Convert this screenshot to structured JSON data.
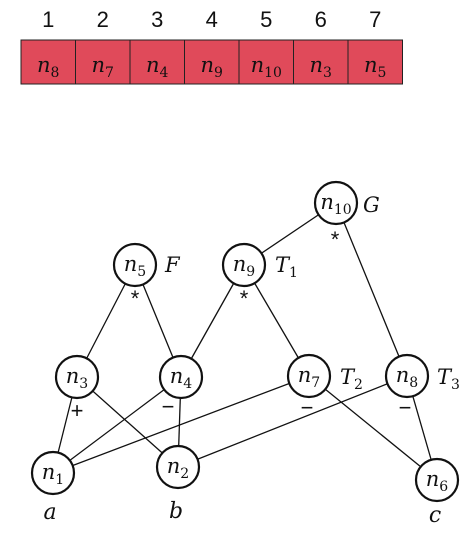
{
  "array": {
    "fill_color": "#e04a5a",
    "cells": [
      {
        "index": "1",
        "base": "n",
        "sub": "8"
      },
      {
        "index": "2",
        "base": "n",
        "sub": "7"
      },
      {
        "index": "3",
        "base": "n",
        "sub": "4"
      },
      {
        "index": "4",
        "base": "n",
        "sub": "9"
      },
      {
        "index": "5",
        "base": "n",
        "sub": "10"
      },
      {
        "index": "6",
        "base": "n",
        "sub": "3"
      },
      {
        "index": "7",
        "base": "n",
        "sub": "5"
      }
    ]
  },
  "graph": {
    "nodes": [
      {
        "id": "n10",
        "base": "n",
        "sub": "10",
        "op": "*",
        "tag": "G",
        "tag_sub": ""
      },
      {
        "id": "n5",
        "base": "n",
        "sub": "5",
        "op": "*",
        "tag": "F",
        "tag_sub": ""
      },
      {
        "id": "n9",
        "base": "n",
        "sub": "9",
        "op": "*",
        "tag": "T",
        "tag_sub": "1"
      },
      {
        "id": "n3",
        "base": "n",
        "sub": "3",
        "op": "+",
        "tag": "",
        "tag_sub": ""
      },
      {
        "id": "n4",
        "base": "n",
        "sub": "4",
        "op": "−",
        "tag": "",
        "tag_sub": ""
      },
      {
        "id": "n7",
        "base": "n",
        "sub": "7",
        "op": "−",
        "tag": "T",
        "tag_sub": "2"
      },
      {
        "id": "n8",
        "base": "n",
        "sub": "8",
        "op": "−",
        "tag": "T",
        "tag_sub": "3"
      },
      {
        "id": "n1",
        "base": "n",
        "sub": "1",
        "op": "",
        "tag": "",
        "tag_sub": "",
        "leaf": "a"
      },
      {
        "id": "n2",
        "base": "n",
        "sub": "2",
        "op": "",
        "tag": "",
        "tag_sub": "",
        "leaf": "b"
      },
      {
        "id": "n6",
        "base": "n",
        "sub": "6",
        "op": "",
        "tag": "",
        "tag_sub": "",
        "leaf": "c"
      }
    ],
    "edges": [
      [
        "n10",
        "n9"
      ],
      [
        "n10",
        "n8"
      ],
      [
        "n5",
        "n3"
      ],
      [
        "n5",
        "n4"
      ],
      [
        "n9",
        "n4"
      ],
      [
        "n9",
        "n7"
      ],
      [
        "n3",
        "n1"
      ],
      [
        "n3",
        "n2"
      ],
      [
        "n4",
        "n1"
      ],
      [
        "n4",
        "n2"
      ],
      [
        "n7",
        "n1"
      ],
      [
        "n7",
        "n6"
      ],
      [
        "n8",
        "n2"
      ],
      [
        "n8",
        "n6"
      ]
    ]
  }
}
